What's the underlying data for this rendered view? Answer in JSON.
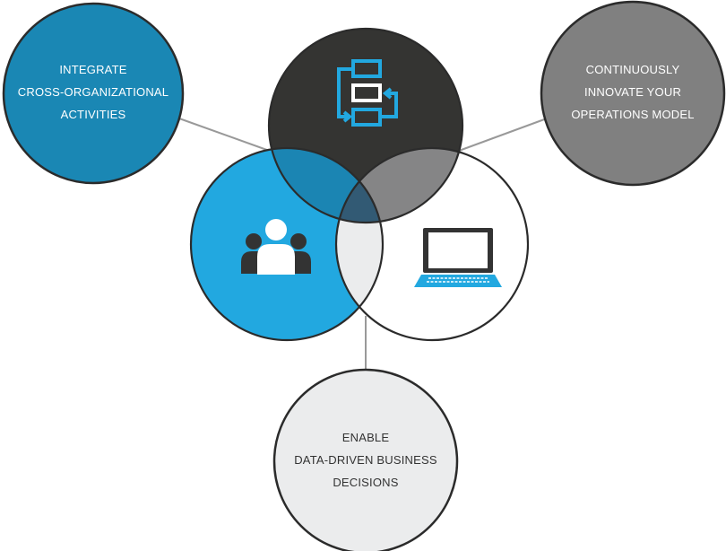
{
  "diagram": {
    "type": "venn-with-callouts",
    "colors": {
      "integrate": "#1a87b4",
      "innovate": "#808080",
      "enable": "#ebeced",
      "process": "#343432",
      "people": "#22a8e0",
      "technology": "#ffffff",
      "overlap_process_people": "#1b85b3",
      "overlap_process_technology": "#858586",
      "overlap_people_technology": "#ebeced",
      "overlap_center": "#325a74",
      "outline": "#2b2b2b",
      "connector": "#999999",
      "icon_accent": "#22a8e0"
    },
    "callouts": [
      {
        "id": "integrate",
        "lines": [
          "INTEGRATE",
          "CROSS-ORGANIZATIONAL",
          "ACTIVITIES"
        ],
        "text_color": "#ffffff"
      },
      {
        "id": "innovate",
        "lines": [
          "CONTINUOUSLY",
          "INNOVATE YOUR",
          "OPERATIONS MODEL"
        ],
        "text_color": "#ffffff"
      },
      {
        "id": "enable",
        "lines": [
          "ENABLE",
          "DATA-DRIVEN BUSINESS",
          "DECISIONS"
        ],
        "text_color": "#333333"
      }
    ],
    "venn_sets": [
      {
        "id": "process",
        "icon": "process-flow-icon"
      },
      {
        "id": "people",
        "icon": "people-group-icon"
      },
      {
        "id": "technology",
        "icon": "laptop-icon"
      }
    ]
  }
}
